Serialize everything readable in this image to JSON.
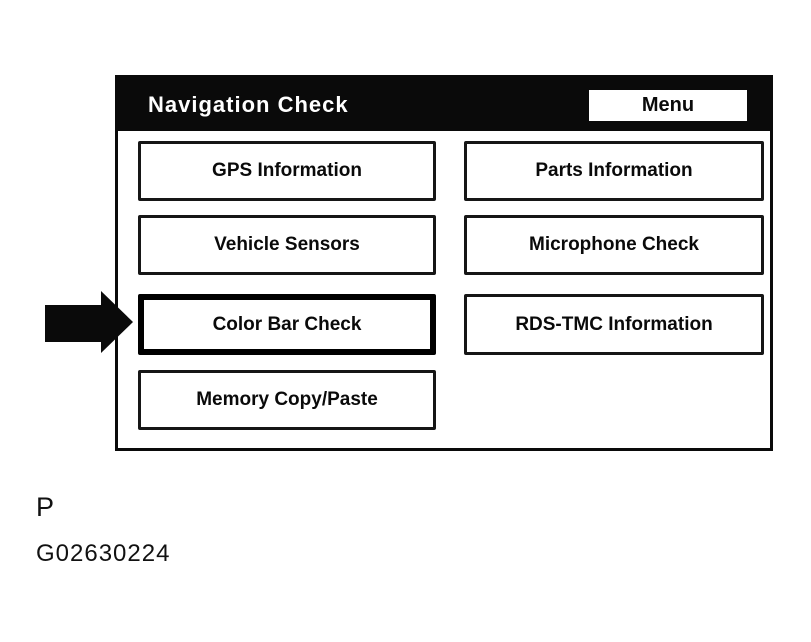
{
  "screen": {
    "title": "Navigation Check",
    "menu_button": "Menu",
    "buttons": [
      {
        "label": "GPS Information",
        "selected": false
      },
      {
        "label": "Parts Information",
        "selected": false
      },
      {
        "label": "Vehicle Sensors",
        "selected": false
      },
      {
        "label": "Microphone Check",
        "selected": false
      },
      {
        "label": "Color Bar Check",
        "selected": true
      },
      {
        "label": "RDS-TMC Information",
        "selected": false
      },
      {
        "label": "Memory Copy/Paste",
        "selected": false
      }
    ]
  },
  "annotation": {
    "arrow_target": "Color Bar Check"
  },
  "caption": {
    "line1": "P",
    "line2": "G02630224"
  },
  "colors": {
    "header_bg": "#0a0a0a",
    "header_text": "#ffffff",
    "screen_bg": "#ffffff",
    "button_border": "#161616",
    "text": "#0a0a0a"
  }
}
